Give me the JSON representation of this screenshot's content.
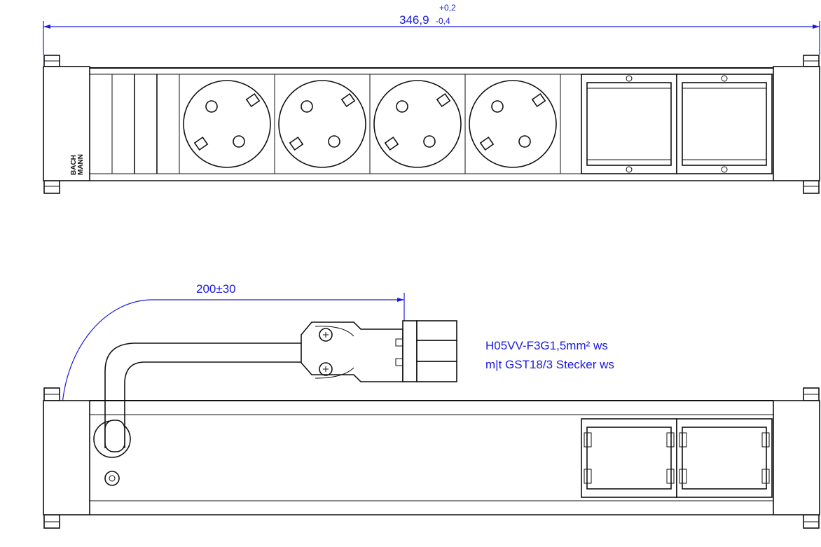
{
  "title": "Bachmann power strip drawing",
  "dimensions": {
    "overall_length": "346,9",
    "tol_upper": "+0,2",
    "tol_lower": "-0,4",
    "cable_length": "200±30"
  },
  "cable_note": {
    "line1": "H05VV-F3G1,5mm² ws",
    "line2": "m|t GST18/3  Stecker ws"
  },
  "logo": {
    "line1": "BACH",
    "line2": "MANN"
  },
  "modules": {
    "blank_slots": 4,
    "schuko_sockets": 4,
    "data_modules": 2
  },
  "colors": {
    "dimension": "#1a1ae0",
    "line": "#111111"
  }
}
